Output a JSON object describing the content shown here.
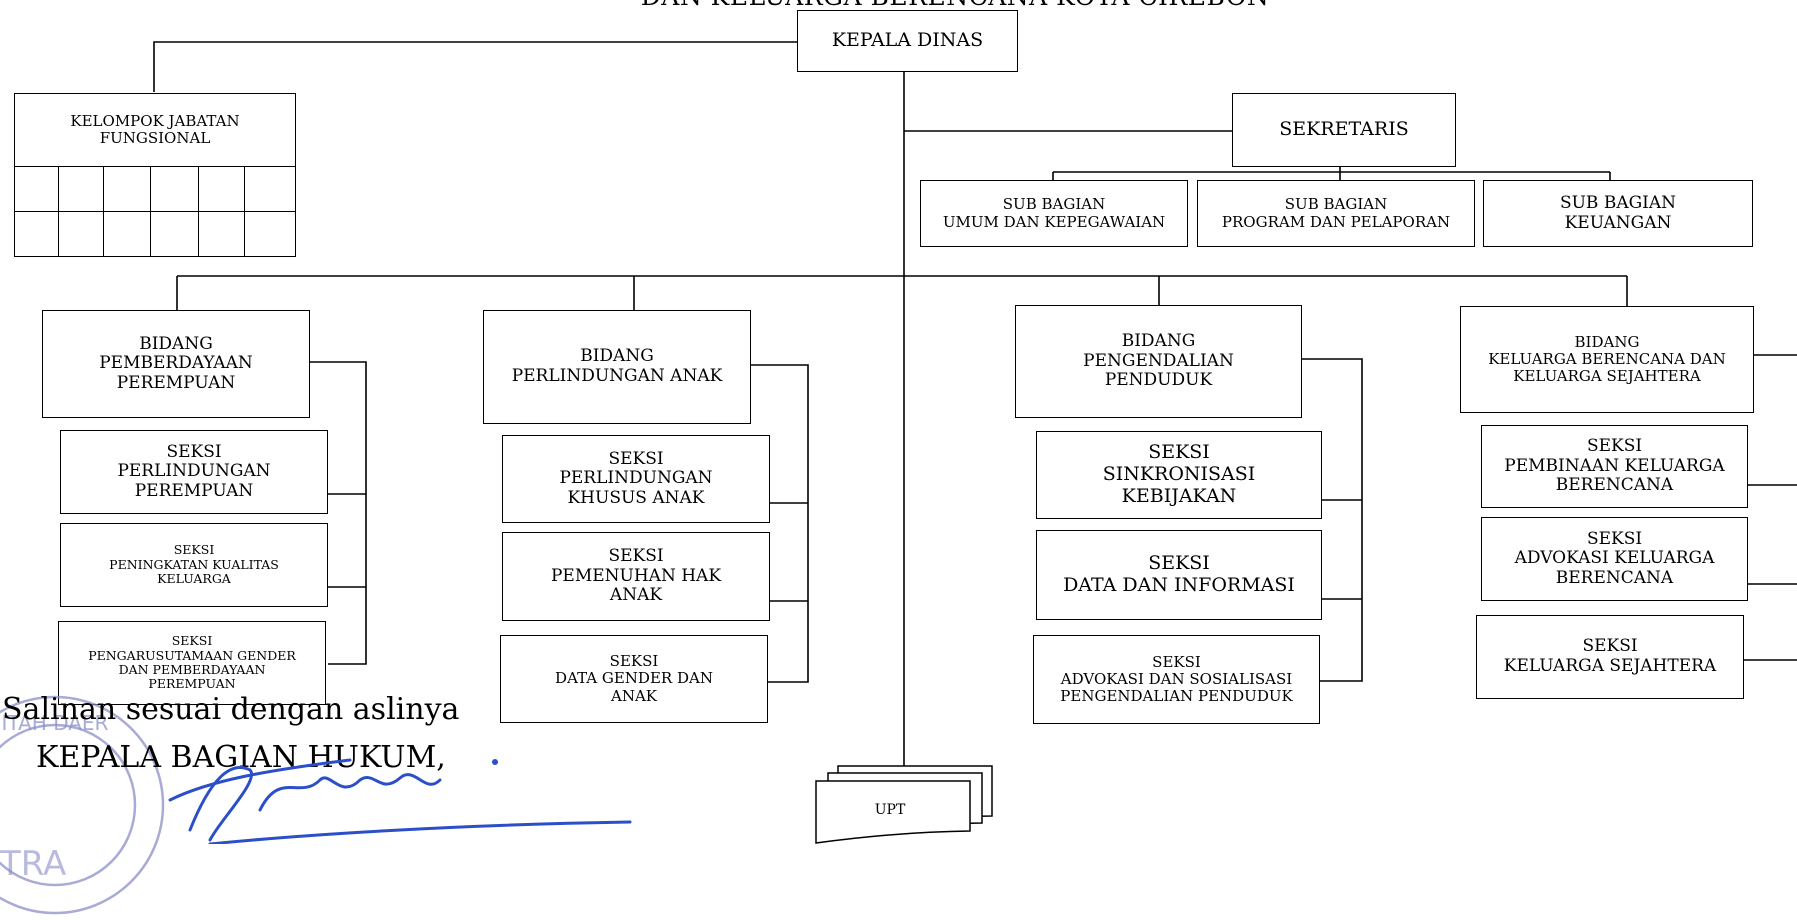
{
  "page": {
    "title_partial": "DAN KELUARGA BERENCANA KOTA CIREBON"
  },
  "head": {
    "label": "KEPALA DINAS"
  },
  "kjf": {
    "lines": [
      "KELOMPOK JABATAN",
      "FUNGSIONAL"
    ]
  },
  "sekretaris": {
    "label": "SEKRETARIS"
  },
  "subbagian": [
    {
      "lines": [
        "SUB BAGIAN",
        "UMUM DAN KEPEGAWAIAN"
      ]
    },
    {
      "lines": [
        "SUB BAGIAN",
        "PROGRAM DAN PELAPORAN"
      ]
    },
    {
      "lines": [
        "SUB BAGIAN",
        "KEUANGAN"
      ]
    }
  ],
  "bidang": [
    {
      "lines": [
        "BIDANG",
        "PEMBERDAYAAN",
        "PEREMPUAN"
      ],
      "seksi": [
        {
          "lines": [
            "SEKSI",
            "PERLINDUNGAN",
            "PEREMPUAN"
          ]
        },
        {
          "lines": [
            "SEKSI",
            "PENINGKATAN KUALITAS",
            "KELUARGA"
          ]
        },
        {
          "lines": [
            "SEKSI",
            "PENGARUSUTAMAAN GENDER",
            "DAN PEMBERDAYAAN",
            "PEREMPUAN"
          ]
        }
      ]
    },
    {
      "lines": [
        "BIDANG",
        "PERLINDUNGAN ANAK"
      ],
      "seksi": [
        {
          "lines": [
            "SEKSI",
            "PERLINDUNGAN",
            "KHUSUS ANAK"
          ]
        },
        {
          "lines": [
            "SEKSI",
            "PEMENUHAN HAK",
            "ANAK"
          ]
        },
        {
          "lines": [
            "SEKSI",
            "DATA GENDER DAN",
            "ANAK"
          ]
        }
      ]
    },
    {
      "lines": [
        "BIDANG",
        "PENGENDALIAN",
        "PENDUDUK"
      ],
      "seksi": [
        {
          "lines": [
            "SEKSI",
            "SINKRONISASI",
            "KEBIJAKAN"
          ]
        },
        {
          "lines": [
            "SEKSI",
            "DATA DAN INFORMASI"
          ]
        },
        {
          "lines": [
            "SEKSI",
            "ADVOKASI DAN SOSIALISASI",
            "PENGENDALIAN PENDUDUK"
          ]
        }
      ]
    },
    {
      "lines": [
        "BIDANG",
        "KELUARGA BERENCANA DAN",
        "KELUARGA SEJAHTERA"
      ],
      "seksi": [
        {
          "lines": [
            "SEKSI",
            "PEMBINAAN KELUARGA",
            "BERENCANA"
          ]
        },
        {
          "lines": [
            "SEKSI",
            "ADVOKASI KELUARGA",
            "BERENCANA"
          ]
        },
        {
          "lines": [
            "SEKSI",
            "KELUARGA SEJAHTERA"
          ]
        }
      ]
    }
  ],
  "upt": {
    "label": "UPT"
  },
  "attestation": {
    "line1": "Salinan sesuai dengan aslinya",
    "line2": "KEPALA BAGIAN HUKUM,"
  },
  "colors": {
    "line": "#000000",
    "signature": "#2b4fc9",
    "stamp": "#8a8fc8"
  }
}
